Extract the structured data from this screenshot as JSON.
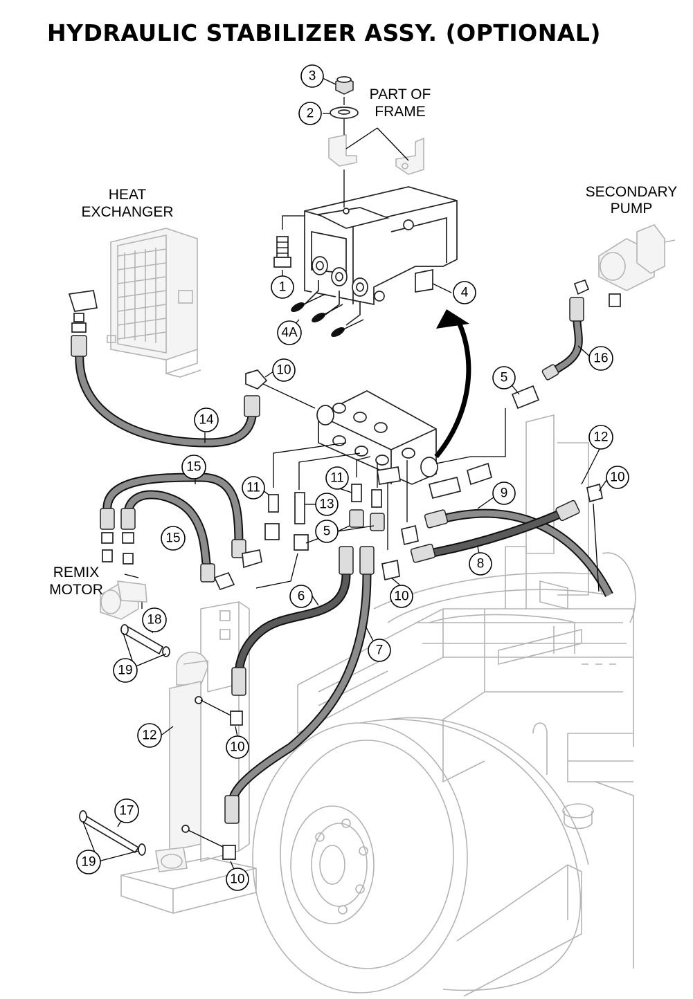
{
  "title": "HYDRAULIC STABILIZER ASSY. (OPTIONAL)",
  "labels": {
    "part_of_frame": [
      "PART OF",
      "FRAME"
    ],
    "heat_exchanger": [
      "HEAT",
      "EXCHANGER"
    ],
    "secondary_pump": [
      "SECONDARY",
      "PUMP"
    ],
    "remix_motor": [
      "REMIX",
      "MOTOR"
    ]
  },
  "callouts": {
    "c3": "3",
    "c2": "2",
    "c1": "1",
    "c4a": "4A",
    "c4": "4",
    "c10a": "10",
    "c14": "14",
    "c5a": "5",
    "c16": "16",
    "c12a": "12",
    "c10b": "10",
    "c11a": "11",
    "c11b": "11",
    "c13": "13",
    "c15a": "15",
    "c15b": "15",
    "c5b": "5",
    "c9": "9",
    "c8": "8",
    "c10c": "10",
    "c6": "6",
    "c7": "7",
    "c18": "18",
    "c19a": "19",
    "c12b": "12",
    "c10d": "10",
    "c17": "17",
    "c19b": "19",
    "c10e": "10"
  },
  "colors": {
    "ink": "#000000",
    "frame_ghost": "#b3b3b3",
    "hose_fill": "#8c8c8c",
    "hose_dark_fill": "#5a5a5a",
    "arrow": "#000000"
  }
}
